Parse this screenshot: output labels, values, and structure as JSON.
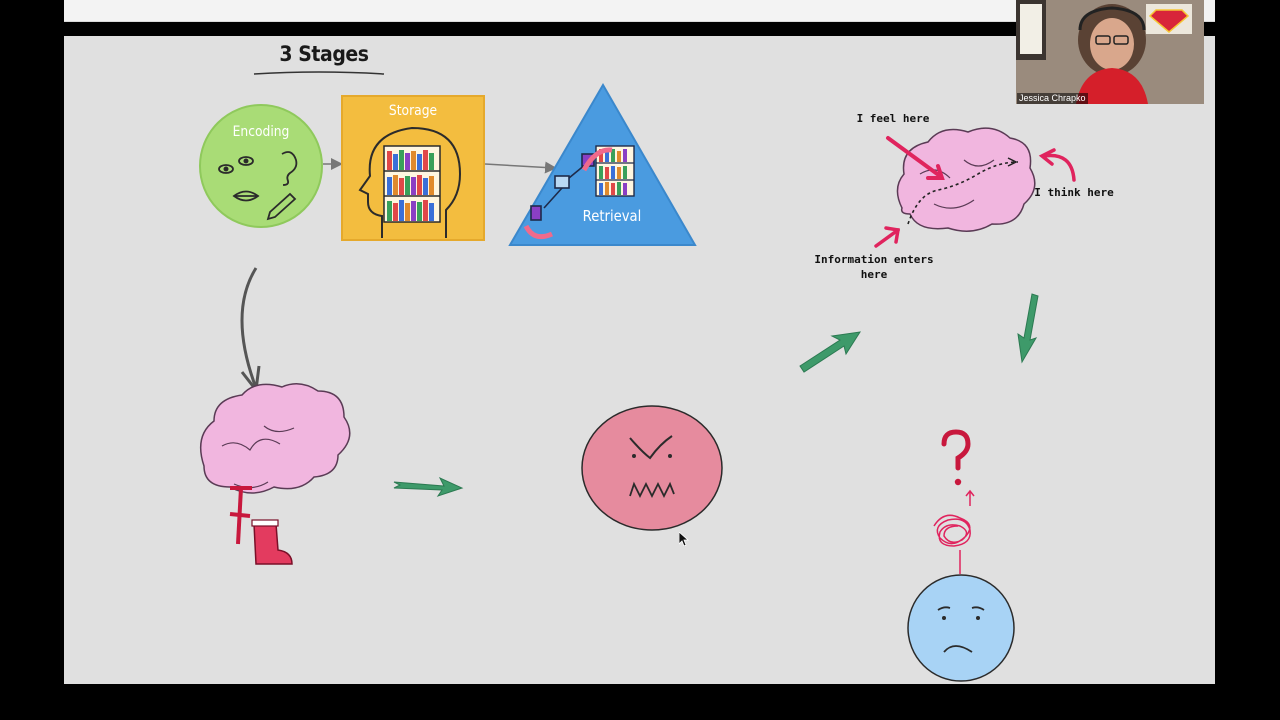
{
  "slide": {
    "title": "3 Stages",
    "stages": {
      "encoding": "Encoding",
      "storage": "Storage",
      "retrieval": "Retrieval"
    },
    "notes": {
      "feel": "I feel here",
      "think": "I think here",
      "enters_line1": "Information enters",
      "enters_line2": "here"
    },
    "colors": {
      "encoding": "#a9dc76",
      "storage": "#f3bd3f",
      "retrieval": "#4a9be0",
      "brain": "#f1b6df",
      "angry_face": "#e68b9e",
      "sad_face": "#a8d3f5",
      "arrow_green": "#3e9a6a",
      "accent_red": "#e0245e"
    }
  },
  "webcam": {
    "participant_name": "Jessica Chrapko"
  }
}
